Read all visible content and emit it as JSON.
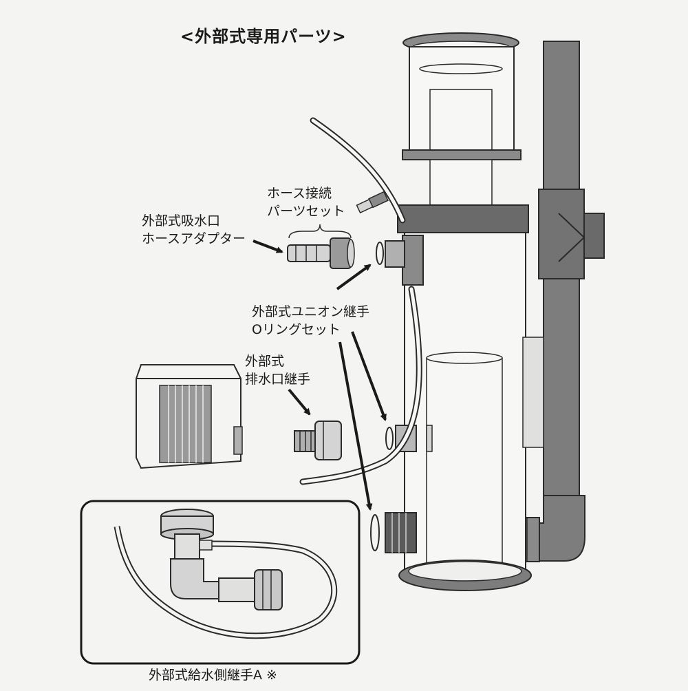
{
  "title": "<外部式専用パーツ>",
  "labels": {
    "hose_connect": [
      "ホース接続",
      "パーツセット"
    ],
    "intake_adapter": [
      "外部式吸水口",
      "ホースアダプター"
    ],
    "union_oring": [
      "外部式ユニオン継手",
      "Oリングセット"
    ],
    "drain_joint": [
      "外部式",
      "排水口継手"
    ],
    "supply_joint": "外部式給水側継手A ※"
  },
  "colors": {
    "line": "#2a2a2a",
    "dark_part": "#5a5a5a",
    "mid_part": "#8a8a8a",
    "light_part": "#d4d4d4",
    "background": "#f4f4f2"
  }
}
